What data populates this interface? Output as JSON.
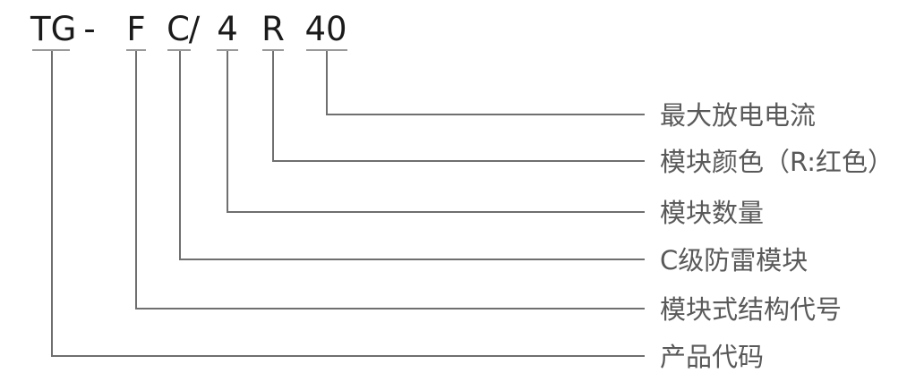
{
  "model_code": {
    "separators": {
      "dash": "-",
      "slash": "/"
    },
    "segments": [
      {
        "code": "TG",
        "meaning": "产品代码"
      },
      {
        "code": "F",
        "meaning": "模块式结构代号"
      },
      {
        "code": "C",
        "meaning": "C级防雷模块"
      },
      {
        "code": "4",
        "meaning": "模块数量"
      },
      {
        "code": "R",
        "meaning": "模块颜色（R:红色）"
      },
      {
        "code": "40",
        "meaning": "最大放电电流"
      }
    ],
    "colors": {
      "background": "#ffffff",
      "code_text": "#1a1a1a",
      "label_text": "#595959",
      "tick_line": "#9a9a9a",
      "connector_line": "#6f6f6f"
    }
  }
}
